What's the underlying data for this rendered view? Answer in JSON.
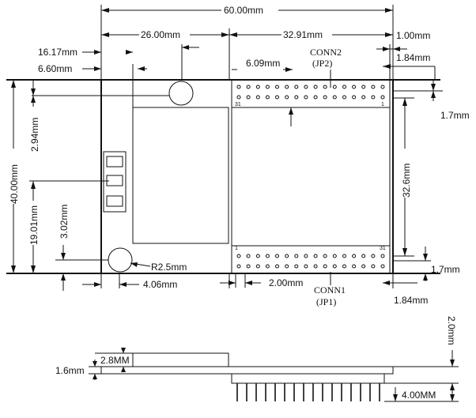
{
  "dimensions": {
    "overall_width": "60.00mm",
    "module_26": "26.00mm",
    "conn_span": "32.91mm",
    "edge_right": "1.00mm",
    "left_16": "16.17mm",
    "left_6": "6.60mm",
    "header_offset": "6.09mm",
    "pin_offset_top": "1.84mm",
    "pin_offset_bottom": "1.84mm",
    "pitch_top": "1.7mm",
    "pitch_bottom": "1.7mm",
    "height_40": "40.00mm",
    "offset_294": "2.94mm",
    "offset_302": "3.02mm",
    "height_1901": "19.01mm",
    "height_326": "32.6mm",
    "radius": "R2.5mm",
    "hole_x": "4.06mm",
    "pin_pitch": "2.00mm",
    "side_top": "2.8MM",
    "side_board": "1.6mm",
    "side_pins": "4.00MM",
    "side_total": "2.0mm"
  },
  "connectors": {
    "conn2_name": "CONN2",
    "conn2_ref": "(JP2)",
    "conn1_name": "CONN1",
    "conn1_ref": "(JP1)",
    "pin_31": "31",
    "pin_1": "1",
    "pins_per_row": 16,
    "rows": 2
  }
}
